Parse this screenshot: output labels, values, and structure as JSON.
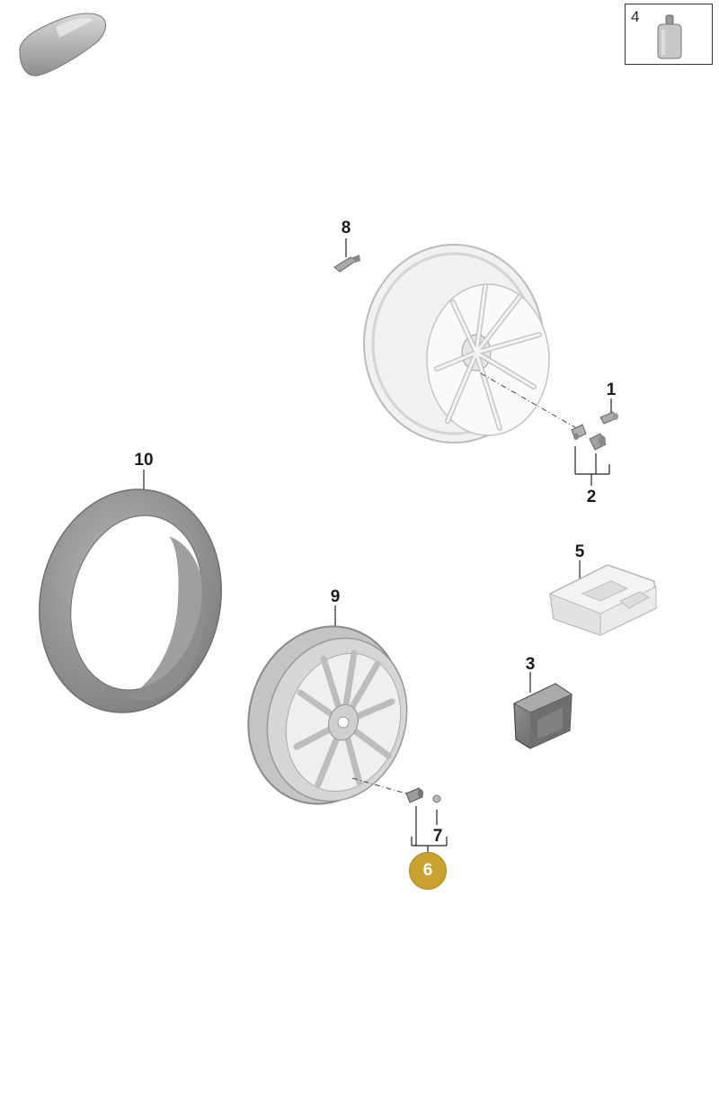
{
  "header": {
    "vehicle_icon": "car-silhouette-icon"
  },
  "inset": {
    "number": "4",
    "icon": "liquid-bottle-icon"
  },
  "callouts": {
    "c1": "1",
    "c2": "2",
    "c3": "3",
    "c5": "5",
    "c7": "7",
    "c8": "8",
    "c9": "9",
    "c10": "10"
  },
  "selected": {
    "number": "6",
    "color": "#c9a230"
  },
  "colors": {
    "part_light": "#f0f0f0",
    "part_mid": "#c8c8c8",
    "part_dark": "#8a8a8a",
    "line": "#222222"
  }
}
